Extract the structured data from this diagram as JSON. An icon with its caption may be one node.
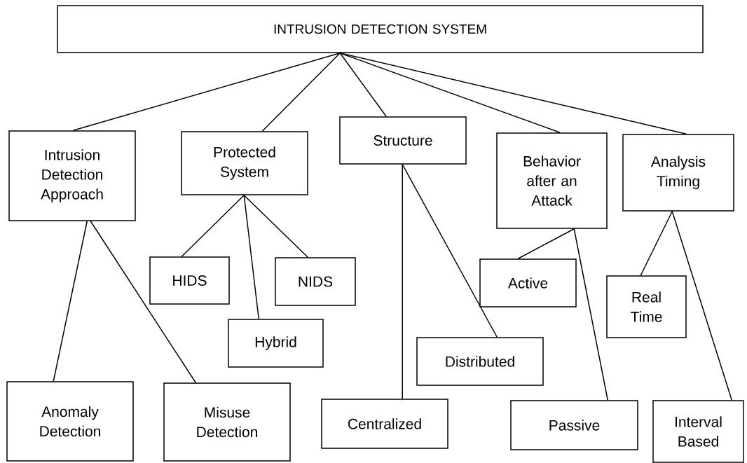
{
  "diagram": {
    "nodes": [
      {
        "text": [
          "INTRUSION DETECTION SYSTEM"
        ]
      },
      {
        "text": [
          "Intrusion Detection Approach"
        ]
      },
      {
        "text": [
          "Protected System"
        ]
      },
      {
        "text": [
          "Structure"
        ]
      },
      {
        "text": [
          "Behavior after an Attack"
        ]
      },
      {
        "text": [
          "Analysis Timing"
        ]
      },
      {
        "text": [
          "HIDS"
        ]
      },
      {
        "text": [
          "NIDS"
        ]
      },
      {
        "text": [
          "Hybrid"
        ]
      },
      {
        "text": [
          "Distributed"
        ]
      },
      {
        "text": [
          "Active"
        ]
      },
      {
        "text": [
          "Real Time"
        ]
      },
      {
        "text": [
          "Anomaly Detection"
        ]
      },
      {
        "text": [
          "Misuse Detection"
        ]
      },
      {
        "text": [
          "Centralized"
        ]
      },
      {
        "text": [
          "Passive"
        ]
      },
      {
        "text": [
          "Interval Based"
        ]
      }
    ],
    "edges": [
      {
        "from": 0,
        "to": 1,
        "arrow": "none"
      },
      {
        "from": 0,
        "to": 2,
        "arrow": "none"
      },
      {
        "from": 0,
        "to": 3,
        "arrow": "none"
      },
      {
        "from": 0,
        "to": 4,
        "arrow": "none"
      },
      {
        "from": 0,
        "to": 5,
        "arrow": "none"
      },
      {
        "from": 1,
        "to": 12,
        "arrow": "none"
      },
      {
        "from": 1,
        "to": 13,
        "arrow": "none"
      },
      {
        "from": 2,
        "to": 6,
        "arrow": "none"
      },
      {
        "from": 2,
        "to": 8,
        "arrow": "none"
      },
      {
        "from": 2,
        "to": 7,
        "arrow": "none"
      },
      {
        "from": 3,
        "to": 14,
        "arrow": "none"
      },
      {
        "from": 3,
        "to": 9,
        "arrow": "none"
      },
      {
        "from": 4,
        "to": 10,
        "arrow": "none"
      },
      {
        "from": 4,
        "to": 15,
        "arrow": "none"
      },
      {
        "from": 5,
        "to": 11,
        "arrow": "none"
      },
      {
        "from": 5,
        "to": 16,
        "arrow": "none"
      }
    ]
  }
}
